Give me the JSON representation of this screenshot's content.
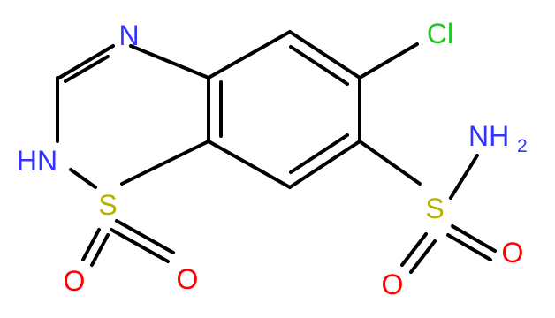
{
  "atoms": {
    "n4": {
      "label": "N"
    },
    "cl": {
      "label": "Cl"
    },
    "nh2": {
      "label": "NH",
      "sub": "2"
    },
    "nh": {
      "label": "HN"
    },
    "s1": {
      "label": "S"
    },
    "s7": {
      "label": "S"
    },
    "o1a": {
      "label": "O"
    },
    "o1b": {
      "label": "O"
    },
    "o7a": {
      "label": "O"
    },
    "o7b": {
      "label": "O"
    }
  },
  "colors": {
    "nitrogen": "#3333ff",
    "sulfur": "#b2b200",
    "chlorine": "#1ec81e",
    "oxygen": "#ff0000",
    "bond": "#000000"
  }
}
